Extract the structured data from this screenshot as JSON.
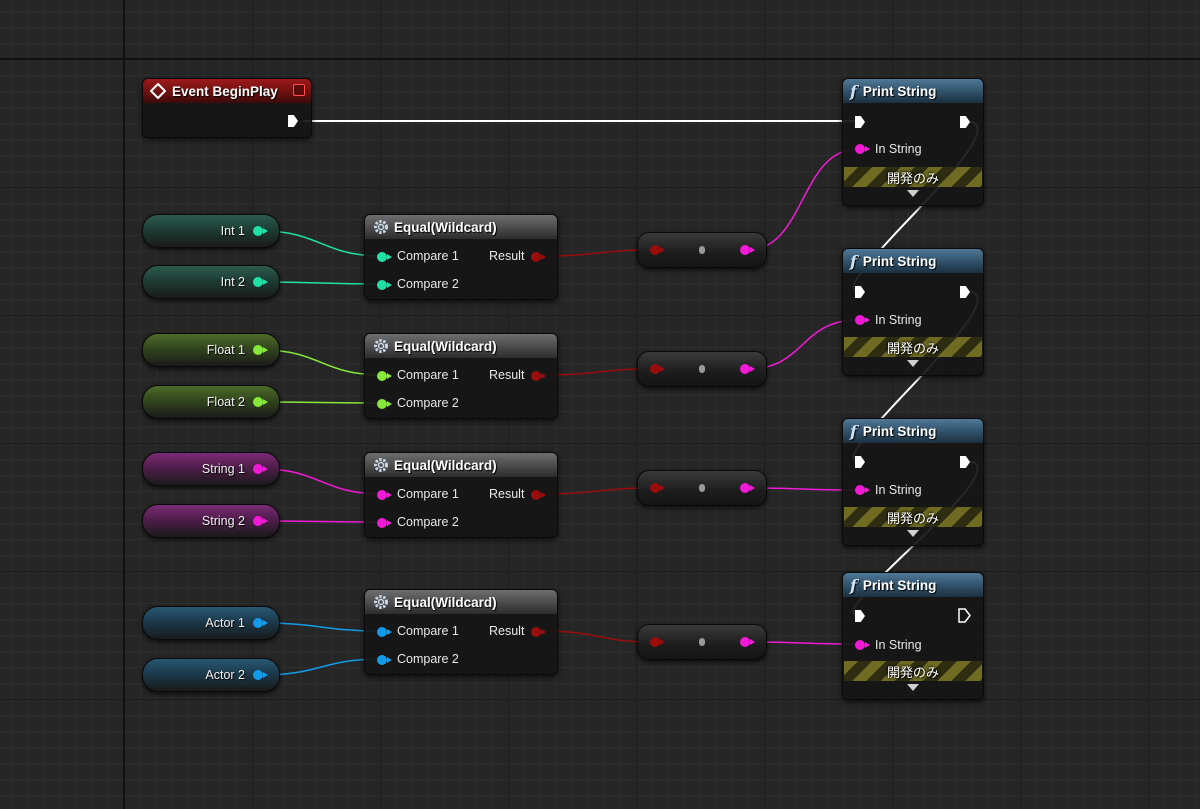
{
  "colors": {
    "int": "#1fe0a5",
    "float": "#86e83a",
    "string": "#f21ad6",
    "actor": "#129bea",
    "bool": "#9b0c0c",
    "exec": "#ffffff"
  },
  "event_node": {
    "title": "Event BeginPlay"
  },
  "variables": {
    "int1": "Int 1",
    "int2": "Int 2",
    "float1": "Float 1",
    "float2": "Float 2",
    "string1": "String 1",
    "string2": "String 2",
    "actor1": "Actor 1",
    "actor2": "Actor 2"
  },
  "equal_nodes": [
    {
      "title": "Equal(Wildcard)",
      "compare1": "Compare 1",
      "compare2": "Compare 2",
      "result": "Result"
    },
    {
      "title": "Equal(Wildcard)",
      "compare1": "Compare 1",
      "compare2": "Compare 2",
      "result": "Result"
    },
    {
      "title": "Equal(Wildcard)",
      "compare1": "Compare 1",
      "compare2": "Compare 2",
      "result": "Result"
    },
    {
      "title": "Equal(Wildcard)",
      "compare1": "Compare 1",
      "compare2": "Compare 2",
      "result": "Result"
    }
  ],
  "print_nodes": [
    {
      "title": "Print String",
      "in_string": "In String",
      "dev_only": "開発のみ"
    },
    {
      "title": "Print String",
      "in_string": "In String",
      "dev_only": "開発のみ"
    },
    {
      "title": "Print String",
      "in_string": "In String",
      "dev_only": "開発のみ"
    },
    {
      "title": "Print String",
      "in_string": "In String",
      "dev_only": "開発のみ"
    }
  ]
}
